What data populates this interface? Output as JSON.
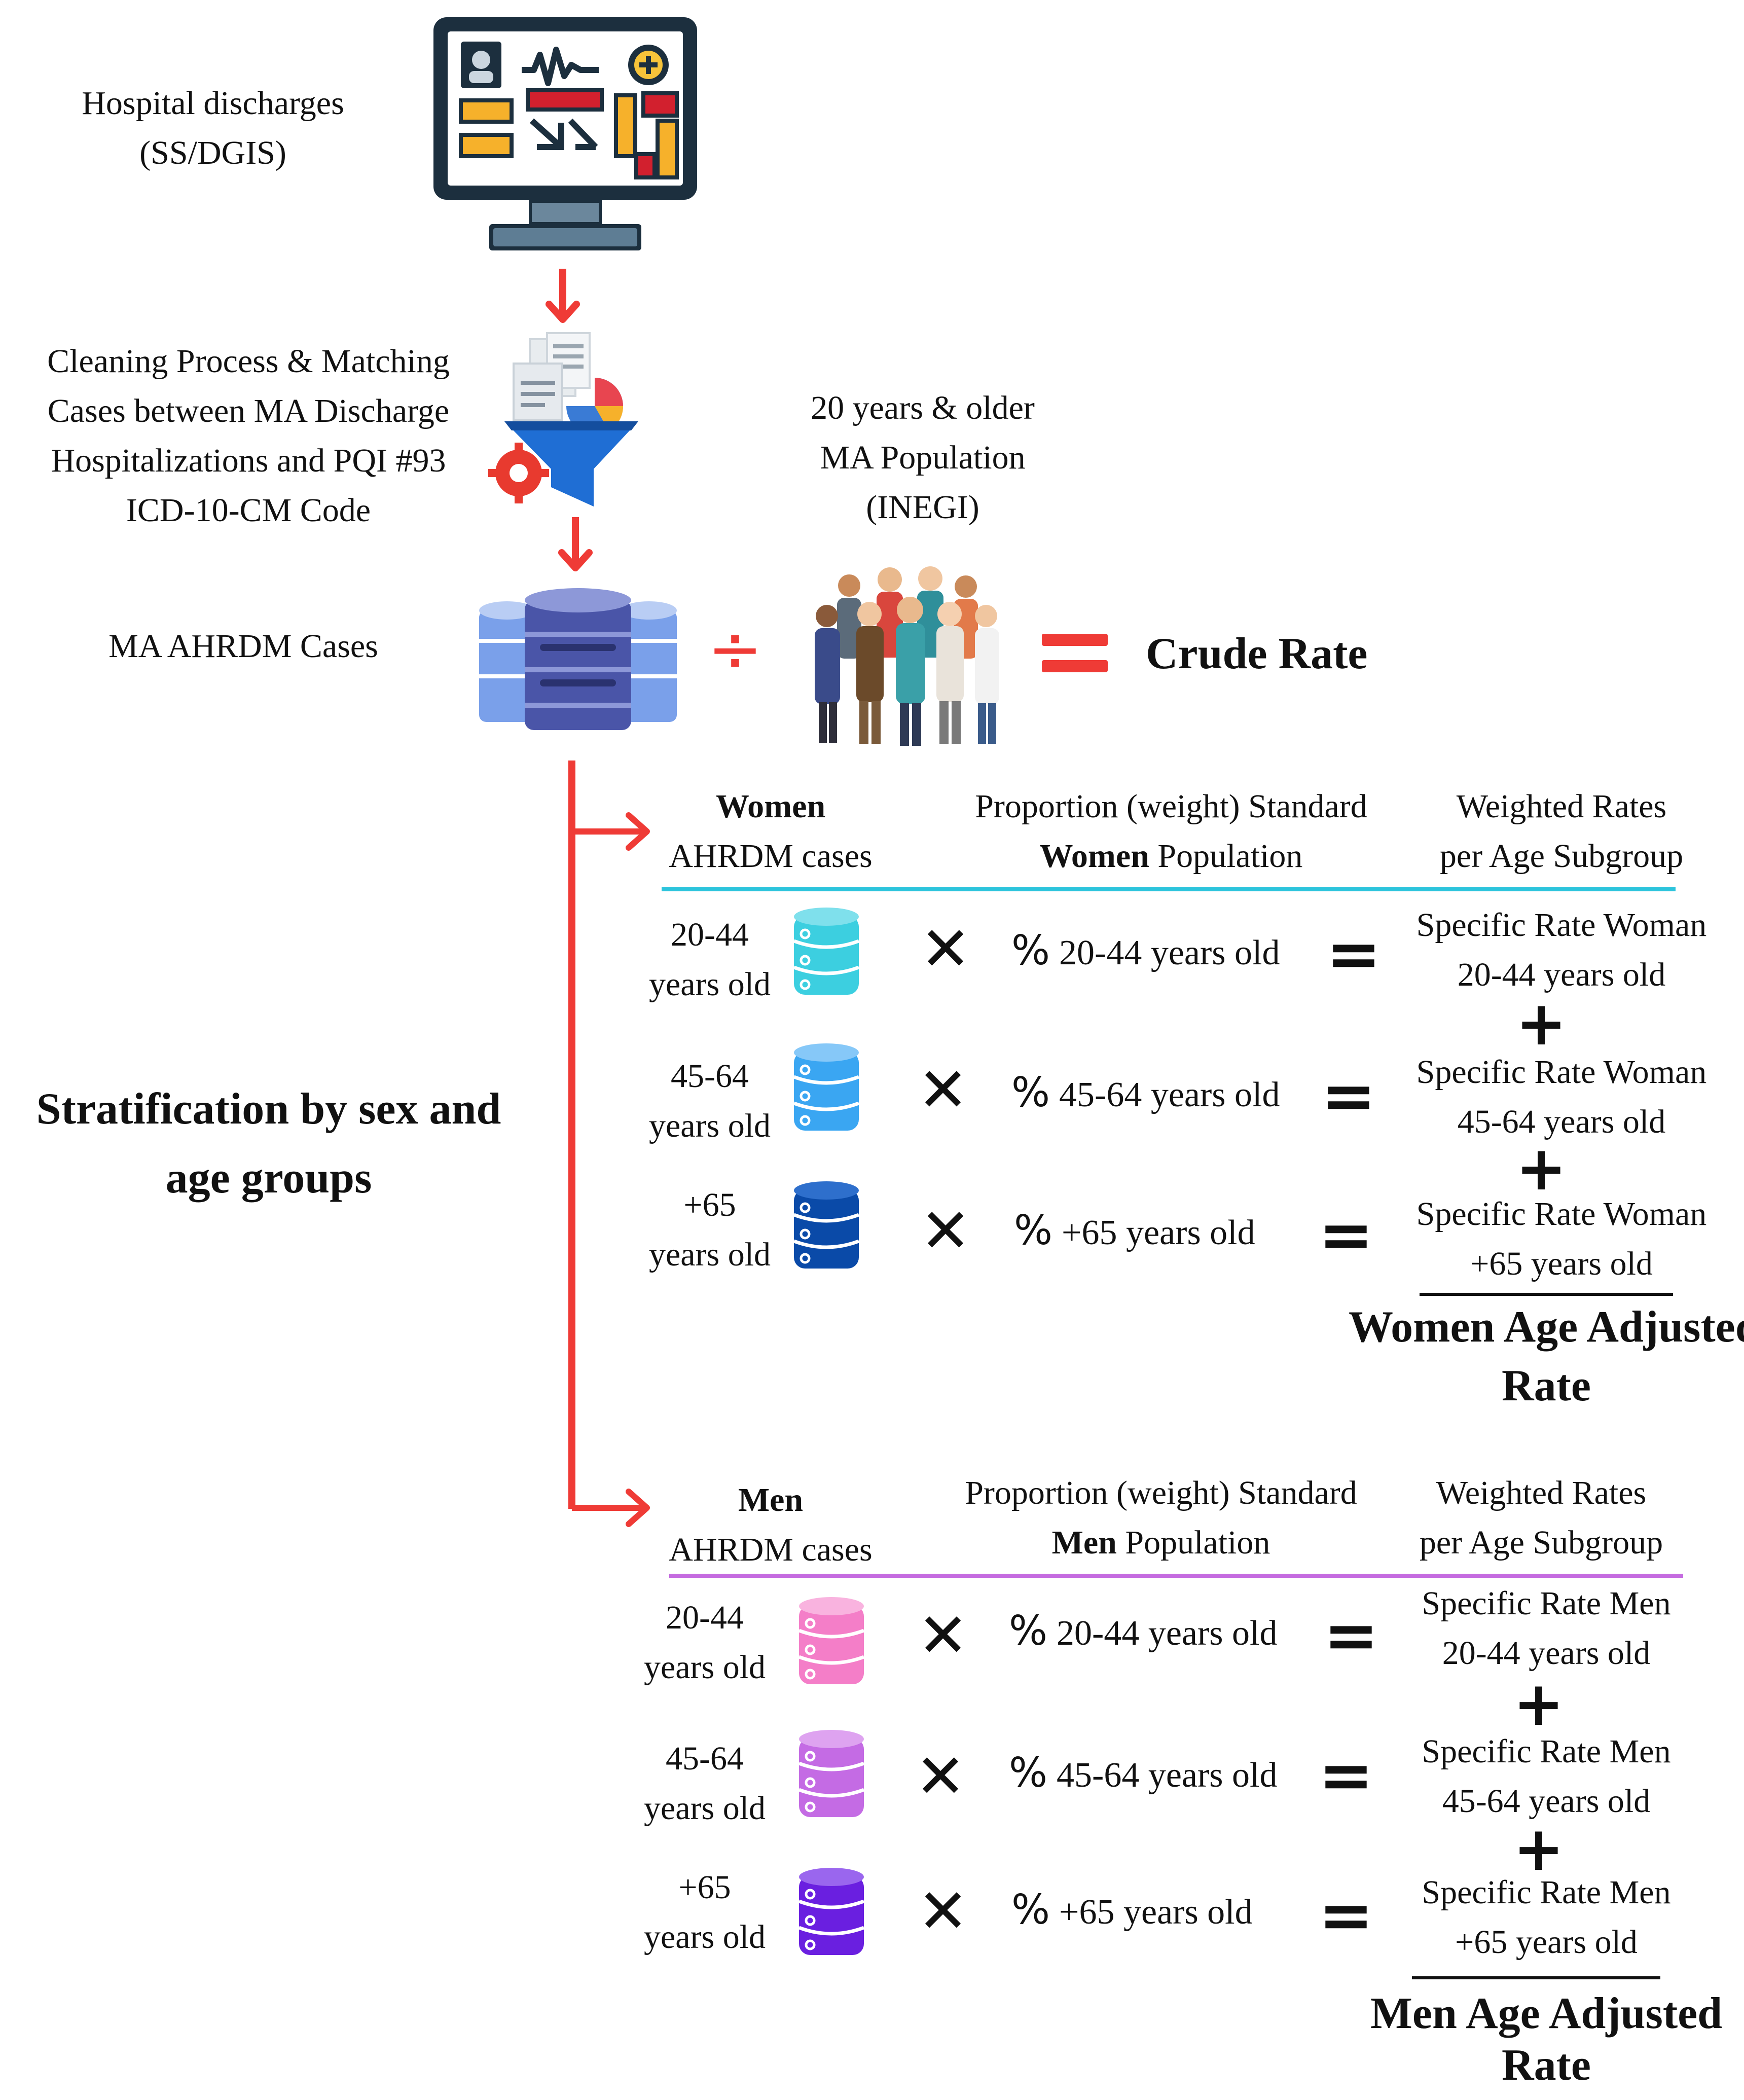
{
  "source": {
    "line1": "Hospital discharges",
    "line2": "(SS/DGIS)",
    "icon": "computer-monitor-icon"
  },
  "cleaning": {
    "lines": [
      "Cleaning Process & Matching",
      "Cases between MA Discharge",
      "Hospitalizations and PQI #93",
      "ICD-10-CM Code"
    ],
    "icon": "data-funnel-icon"
  },
  "population": {
    "lines": [
      "20 years & older",
      "MA Population",
      "(INEGI)"
    ],
    "icon": "people-group-icon"
  },
  "cases": {
    "label": "MA AHRDM Cases",
    "icon": "database-servers-icon"
  },
  "operators": {
    "divide": "÷",
    "equals": "=",
    "times": "✕",
    "plus": "+",
    "percent": "%"
  },
  "crude_rate": "Crude Rate",
  "stratification": {
    "line1": "Stratification by sex and",
    "line2": "age groups"
  },
  "colors": {
    "arrow": "#ef3b36",
    "women_rule": "#2cc4dc",
    "men_rule": "#c56be0",
    "women_db": [
      "#3ccfe0",
      "#3aa6f2",
      "#0a4aa8"
    ],
    "men_db": [
      "#f47ec8",
      "#c46be4",
      "#6a1fe0"
    ]
  },
  "women": {
    "col1": {
      "bold": "Women",
      "line2": "AHRDM cases"
    },
    "col2": {
      "line1": "Proportion (weight) Standard",
      "bold": "Women",
      "rest": " Population"
    },
    "col3": {
      "line1": "Weighted Rates",
      "line2": "per Age Subgroup"
    },
    "rows": [
      {
        "age1": "20-44",
        "age2": "years old",
        "pct": "20-44 years old",
        "rate1": "Specific Rate Woman",
        "rate2": "20-44 years old"
      },
      {
        "age1": "45-64",
        "age2": "years old",
        "pct": "45-64 years old",
        "rate1": "Specific Rate Woman",
        "rate2": "45-64 years old"
      },
      {
        "age1": "+65",
        "age2": "years old",
        "pct": "+65 years old",
        "rate1": "Specific Rate Woman",
        "rate2": "+65 years old"
      }
    ],
    "result1": "Women Age Adjusted",
    "result2": "Rate"
  },
  "men": {
    "col1": {
      "bold": "Men",
      "line2": "AHRDM cases"
    },
    "col2": {
      "line1": "Proportion (weight) Standard",
      "bold": "Men",
      "rest": " Population"
    },
    "col3": {
      "line1": "Weighted Rates",
      "line2": "per Age Subgroup"
    },
    "rows": [
      {
        "age1": "20-44",
        "age2": "years old",
        "pct": "20-44 years old",
        "rate1": "Specific Rate Men",
        "rate2": "20-44 years old"
      },
      {
        "age1": "45-64",
        "age2": "years old",
        "pct": "45-64 years old",
        "rate1": "Specific Rate Men",
        "rate2": "45-64 years old"
      },
      {
        "age1": "+65",
        "age2": "years old",
        "pct": "+65 years old",
        "rate1": "Specific Rate Men",
        "rate2": "+65 years old"
      }
    ],
    "result1": "Men Age Adjusted",
    "result2": "Rate"
  }
}
